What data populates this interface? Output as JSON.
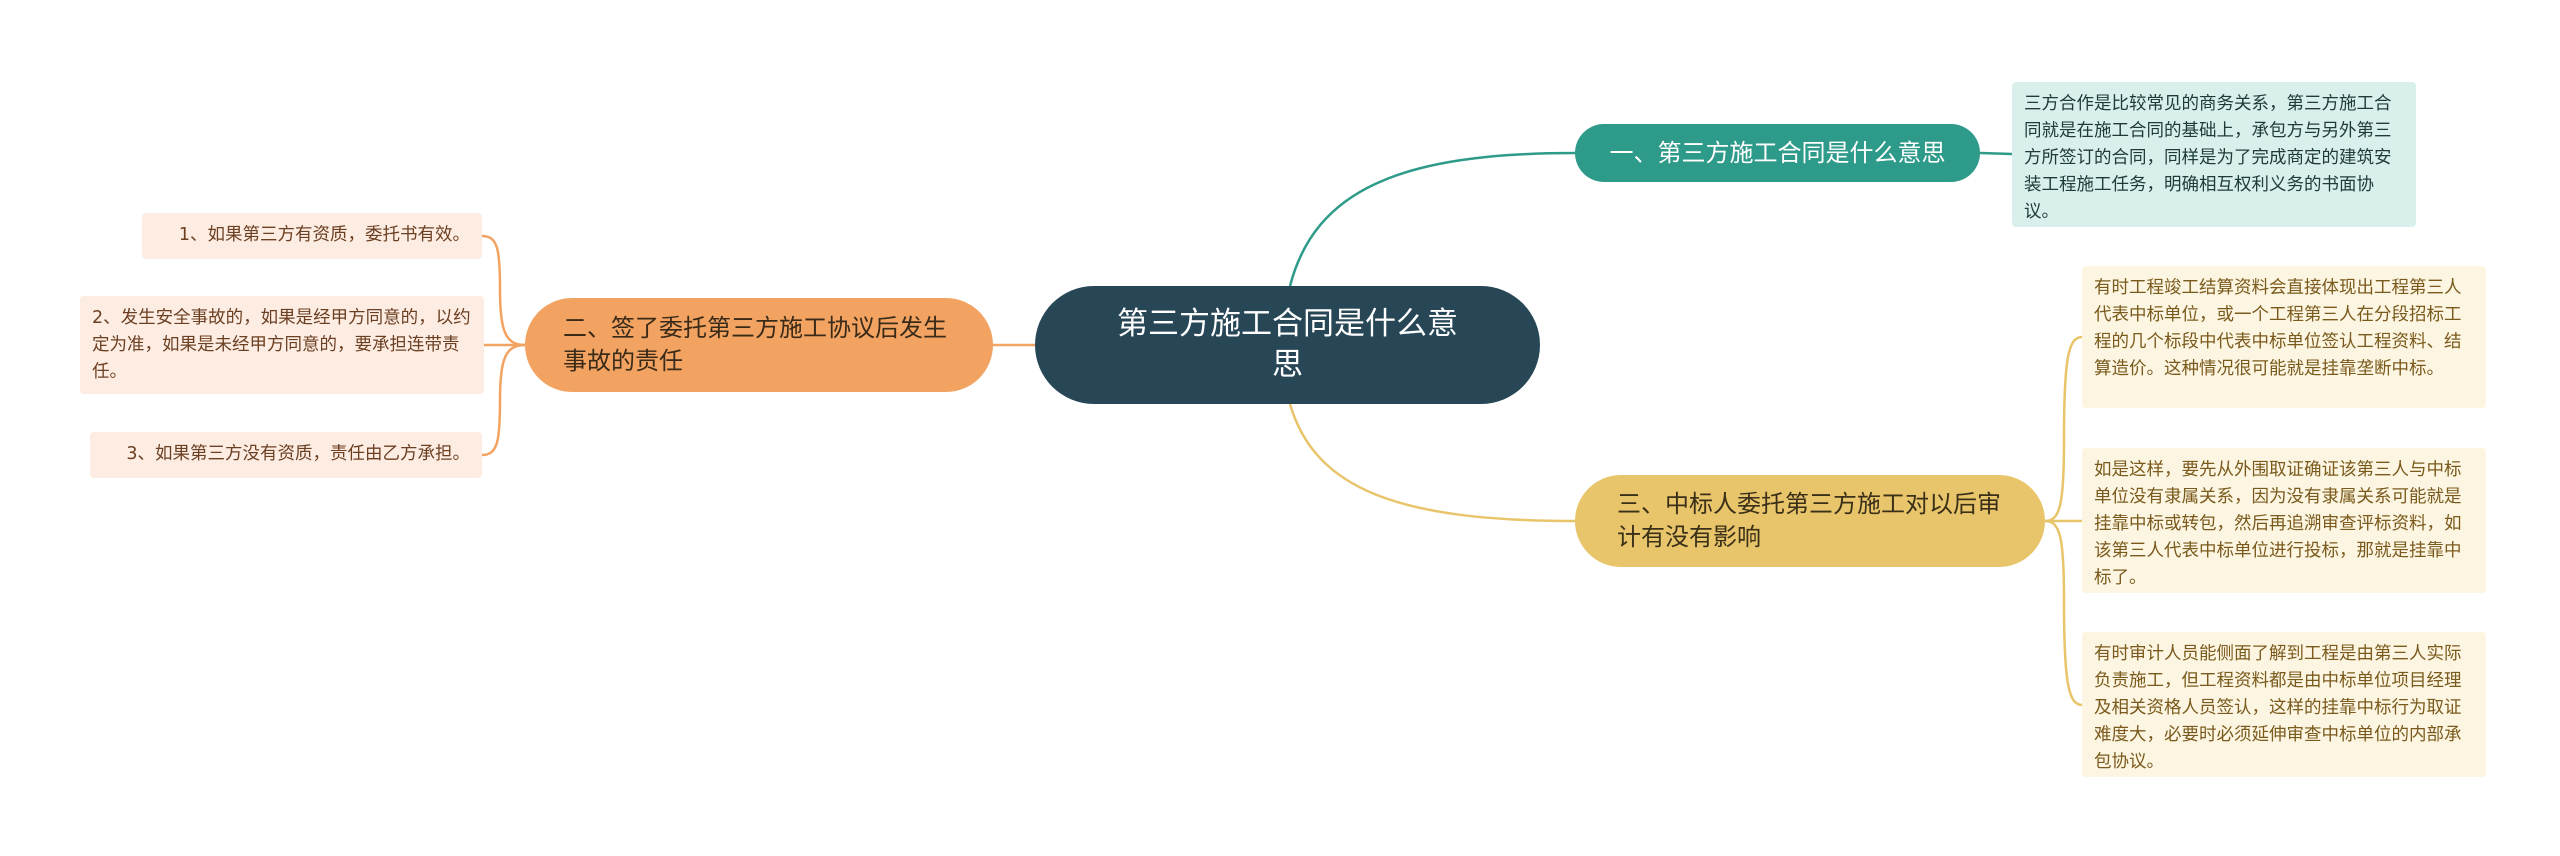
{
  "colors": {
    "central": "#274656",
    "branch_teal": "#2e9a89",
    "branch_orange": "#f2a361",
    "branch_yellow": "#e8c46b",
    "leaf_teal": "#d8efec",
    "leaf_orange": "#fdece2",
    "leaf_yellow": "#fcf5e1"
  },
  "central": {
    "text": "第三方施工合同是什么意思"
  },
  "branches": [
    {
      "label": "一、第三方施工合同是什么意思",
      "leaves": [
        "三方合作是比较常见的商务关系，第三方施工合同就是在施工合同的基础上，承包方与另外第三方所签订的合同，同样是为了完成商定的建筑安装工程施工任务，明确相互权利义务的书面协议。"
      ]
    },
    {
      "label": "二、签了委托第三方施工协议后发生事故的责任",
      "leaves": [
        "1、如果第三方有资质，委托书有效。",
        "2、发生安全事故的，如果是经甲方同意的，以约定为准，如果是未经甲方同意的，要承担连带责任。",
        "3、如果第三方没有资质，责任由乙方承担。"
      ]
    },
    {
      "label": "三、中标人委托第三方施工对以后审计有没有影响",
      "leaves": [
        "有时工程竣工结算资料会直接体现出工程第三人代表中标单位，或一个工程第三人在分段招标工程的几个标段中代表中标单位签认工程资料、结算造价。这种情况很可能就是挂靠垄断中标。",
        "如是这样，要先从外围取证确证该第三人与中标单位没有隶属关系，因为没有隶属关系可能就是挂靠中标或转包，然后再追溯审查评标资料，如该第三人代表中标单位进行投标，那就是挂靠中标了。",
        "有时审计人员能侧面了解到工程是由第三人实际负责施工，但工程资料都是由中标单位项目经理及相关资格人员签认，这样的挂靠中标行为取证难度大，必要时必须延伸审查中标单位的内部承包协议。"
      ]
    }
  ]
}
